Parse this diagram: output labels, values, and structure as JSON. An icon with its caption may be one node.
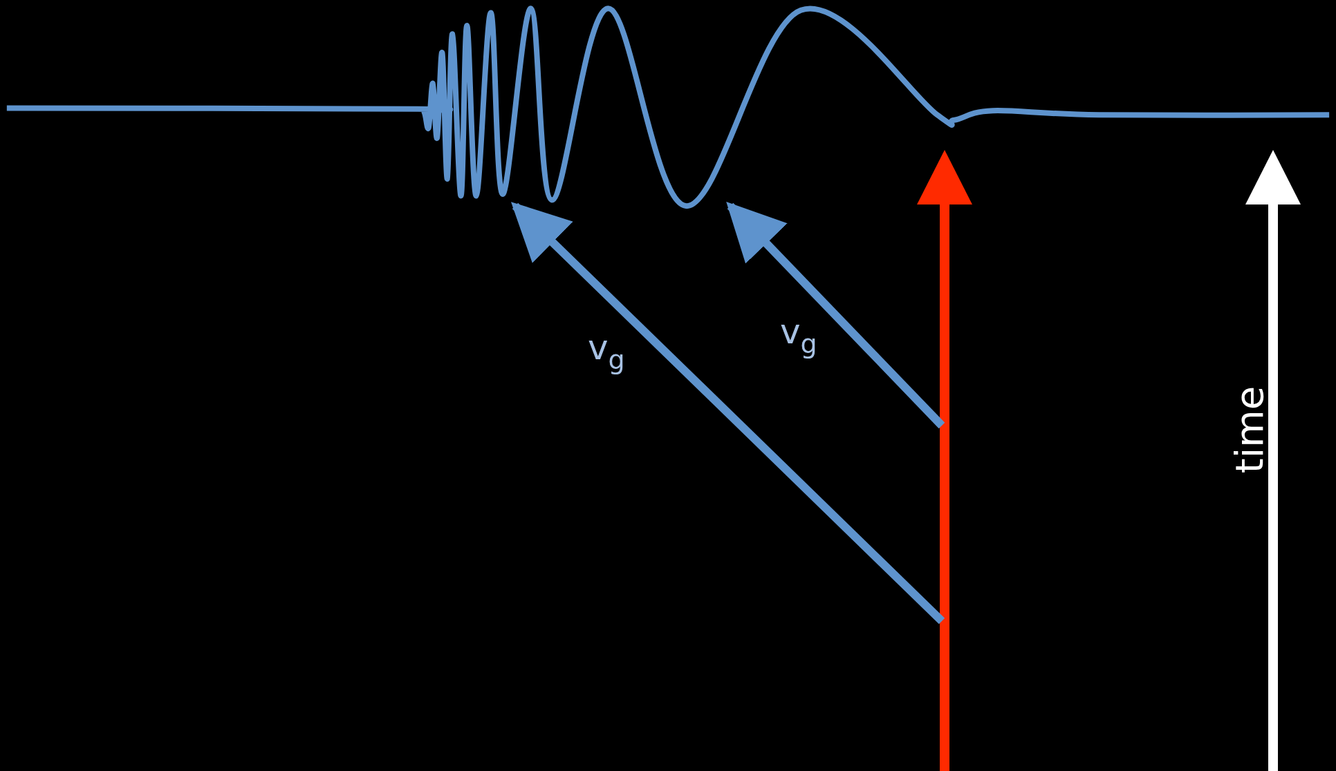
{
  "diagram": {
    "nodes": [
      {
        "text": [],
        "shape": "picture"
      },
      {
        "text": [],
        "shape": "bar"
      }
    ],
    "edges": [
      {
        "from": 1,
        "to": 0,
        "arrow": "to",
        "label": "v$_{g}$"
      },
      {
        "from": 1,
        "to": 0,
        "arrow": "to",
        "label": "v$_{g}$"
      }
    ],
    "labels": [
      "time"
    ]
  }
}
